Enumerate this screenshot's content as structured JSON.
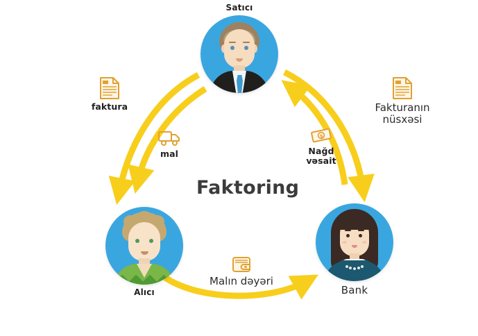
{
  "diagram": {
    "title": "Faktoring",
    "accent_arrow_color": "#F8CE1C",
    "icon_color": "#E2A030",
    "avatar_circle_color": "#3AA6E0",
    "text_color": "#231F20"
  },
  "actors": [
    {
      "id": "seller",
      "label": "Satıcı",
      "icon": "businessman-avatar-icon"
    },
    {
      "id": "buyer",
      "label": "Alıcı",
      "icon": "young-man-avatar-icon"
    },
    {
      "id": "bank",
      "label": "Bank",
      "icon": "businesswoman-avatar-icon"
    }
  ],
  "flows": [
    {
      "id": "invoice",
      "label": "faktura",
      "icon": "document-invoice-icon",
      "from": "seller",
      "to": "buyer"
    },
    {
      "id": "goods",
      "label": "mal",
      "icon": "delivery-truck-icon",
      "from": "seller",
      "to": "buyer"
    },
    {
      "id": "invoice-copy",
      "label": "Fakturanın\nnüsxəsi",
      "icon": "document-invoice-copy-icon",
      "from": "seller",
      "to": "bank"
    },
    {
      "id": "cash",
      "label": "Nağd\nvəsait",
      "icon": "banknote-cash-icon",
      "from": "bank",
      "to": "seller"
    },
    {
      "id": "goods-value",
      "label": "Malın dəyəri",
      "icon": "wallet-icon",
      "from": "buyer",
      "to": "bank"
    }
  ]
}
